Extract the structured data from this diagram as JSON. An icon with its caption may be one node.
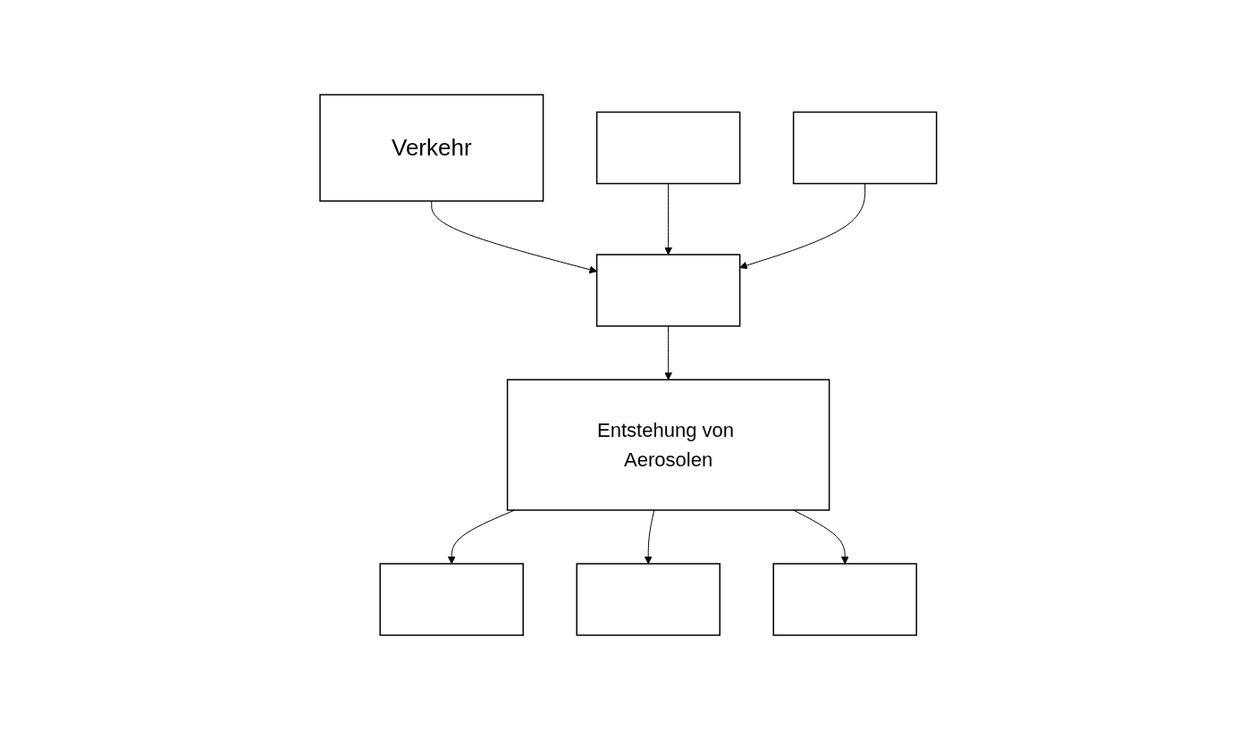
{
  "diagram": {
    "nodes": [
      {
        "text": [
          "Verkehr"
        ]
      },
      {
        "text": [],
        "shape": "box"
      },
      {
        "text": [],
        "shape": "box"
      },
      {
        "text": [],
        "shape": "box"
      },
      {
        "text": [
          "Entstehung von Aerosolen"
        ]
      },
      {
        "text": [],
        "shape": "box"
      },
      {
        "text": [],
        "shape": "box"
      },
      {
        "text": [],
        "shape": "box"
      }
    ],
    "edges": [
      {
        "from": 0,
        "to": 3,
        "arrow": "to"
      },
      {
        "from": 1,
        "to": 3,
        "arrow": "to"
      },
      {
        "from": 2,
        "to": 3,
        "arrow": "to"
      },
      {
        "from": 3,
        "to": 4,
        "arrow": "to"
      },
      {
        "from": 4,
        "to": 5,
        "arrow": "to"
      },
      {
        "from": 4,
        "to": 6,
        "arrow": "to"
      },
      {
        "from": 4,
        "to": 7,
        "arrow": "to"
      }
    ]
  }
}
